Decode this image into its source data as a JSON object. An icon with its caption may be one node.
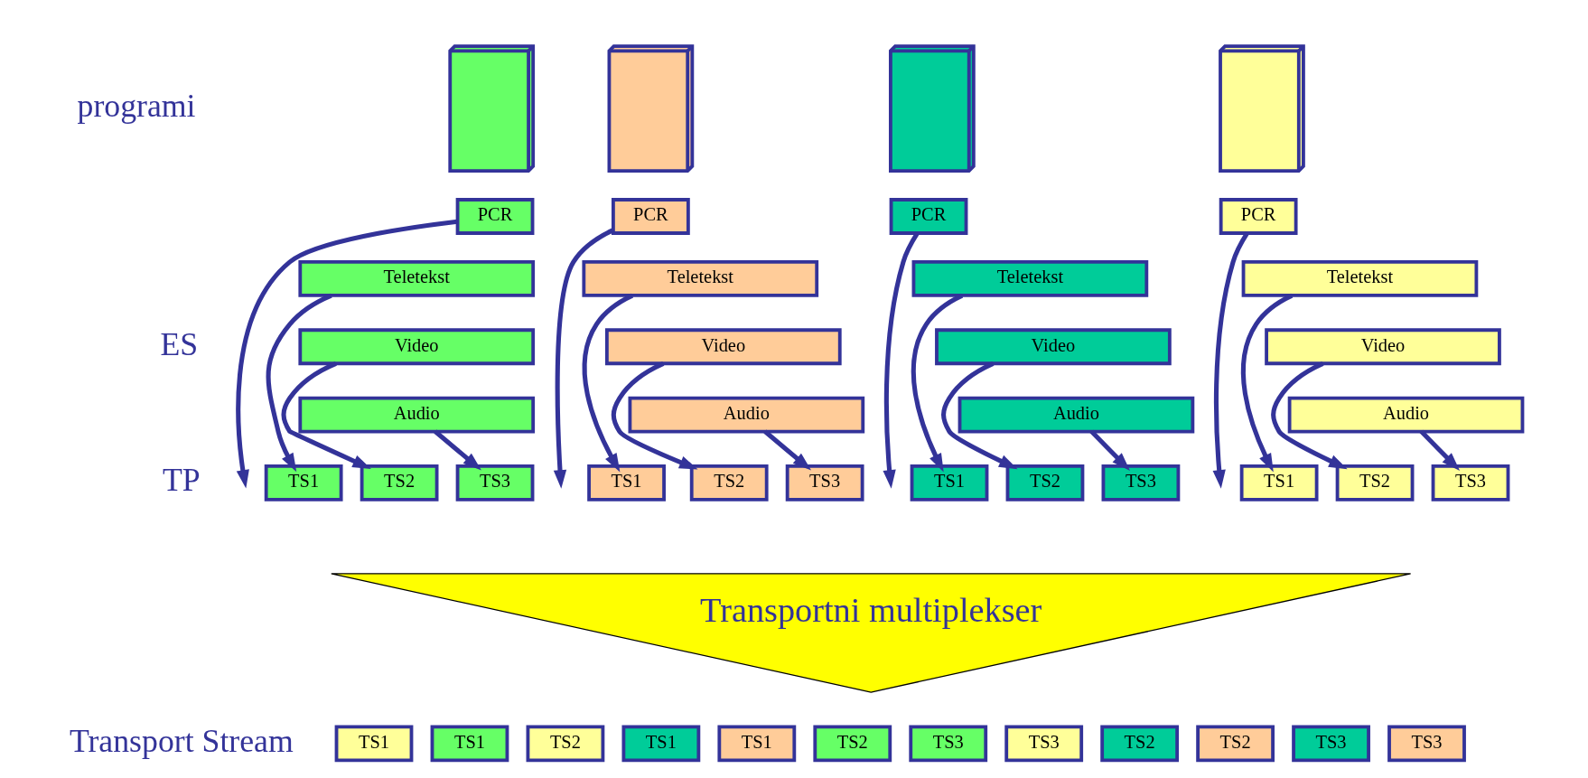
{
  "diagram": {
    "nodes": [
      {
        "text": [],
        "shape": "box"
      },
      {
        "text": [],
        "shape": "box"
      },
      {
        "text": [],
        "shape": "box"
      },
      {
        "text": [],
        "shape": "box"
      },
      {
        "text": [
          "PCR"
        ]
      },
      {
        "text": [
          "Teletekst"
        ]
      },
      {
        "text": [
          "Video"
        ]
      },
      {
        "text": [
          "Audio"
        ]
      },
      {
        "text": [
          "TS1"
        ]
      },
      {
        "text": [
          "TS2"
        ]
      },
      {
        "text": [
          "TS3"
        ]
      },
      {
        "text": [
          "PCR"
        ]
      },
      {
        "text": [
          "Teletekst"
        ]
      },
      {
        "text": [
          "Video"
        ]
      },
      {
        "text": [
          "Audio"
        ]
      },
      {
        "text": [
          "TS1"
        ]
      },
      {
        "text": [
          "TS2"
        ]
      },
      {
        "text": [
          "TS3"
        ]
      },
      {
        "text": [
          "PCR"
        ]
      },
      {
        "text": [
          "Teletekst"
        ]
      },
      {
        "text": [
          "Video"
        ]
      },
      {
        "text": [
          "Audio"
        ]
      },
      {
        "text": [
          "TS1"
        ]
      },
      {
        "text": [
          "TS2"
        ]
      },
      {
        "text": [
          "TS3"
        ]
      },
      {
        "text": [
          "PCR"
        ]
      },
      {
        "text": [
          "Teletekst"
        ]
      },
      {
        "text": [
          "Video"
        ]
      },
      {
        "text": [
          "Audio"
        ]
      },
      {
        "text": [
          "TS1"
        ]
      },
      {
        "text": [
          "TS2"
        ]
      },
      {
        "text": [
          "TS3"
        ]
      },
      {
        "text": [
          "Transportni multiplekser"
        ]
      },
      {
        "text": [
          "TS1"
        ]
      },
      {
        "text": [
          "TS1"
        ]
      },
      {
        "text": [
          "TS2"
        ]
      },
      {
        "text": [
          "TS1"
        ]
      },
      {
        "text": [
          "TS1"
        ]
      },
      {
        "text": [
          "TS2"
        ]
      },
      {
        "text": [
          "TS3"
        ]
      },
      {
        "text": [
          "TS3"
        ]
      },
      {
        "text": [
          "TS2"
        ]
      },
      {
        "text": [
          "TS2"
        ]
      },
      {
        "text": [
          "TS3"
        ]
      },
      {
        "text": [
          "TS3"
        ]
      }
    ],
    "edges": [
      {
        "from": 4,
        "to": null,
        "arrow": "to"
      },
      {
        "from": 5,
        "to": 8,
        "arrow": "to"
      },
      {
        "from": 6,
        "to": 9,
        "arrow": "to"
      },
      {
        "from": 7,
        "to": 10,
        "arrow": "to"
      },
      {
        "from": 11,
        "to": null,
        "arrow": "to"
      },
      {
        "from": 12,
        "to": 15,
        "arrow": "to"
      },
      {
        "from": 13,
        "to": 16,
        "arrow": "to"
      },
      {
        "from": 14,
        "to": 17,
        "arrow": "to"
      },
      {
        "from": 18,
        "to": null,
        "arrow": "to"
      },
      {
        "from": 19,
        "to": 22,
        "arrow": "to"
      },
      {
        "from": 20,
        "to": 23,
        "arrow": "to"
      },
      {
        "from": 21,
        "to": 24,
        "arrow": "to"
      },
      {
        "from": 25,
        "to": null,
        "arrow": "to"
      },
      {
        "from": 26,
        "to": 29,
        "arrow": "to"
      },
      {
        "from": 27,
        "to": 30,
        "arrow": "to"
      },
      {
        "from": 28,
        "to": 31,
        "arrow": "to"
      }
    ],
    "labels": [
      "programi",
      "ES",
      "TP",
      "Transport Stream"
    ]
  }
}
